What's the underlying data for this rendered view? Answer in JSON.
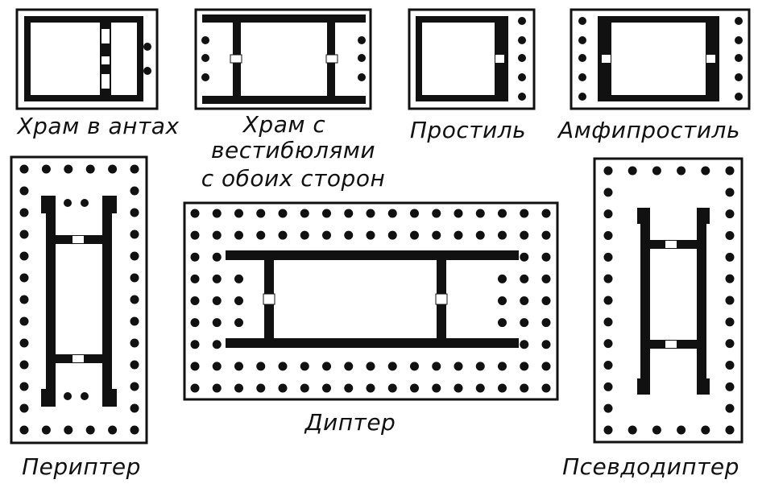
{
  "labels": {
    "antae": "Храм в антах",
    "double_vestibule_1": "Храм с",
    "double_vestibule_2": "вестибюлями",
    "double_vestibule_3": "с обоих сторон",
    "prostyle": "Простиль",
    "amphiprostyle": "Амфипростиль",
    "peripteros": "Периптер",
    "dipteros": "Диптер",
    "pseudodipteros": "Псевдодиптер"
  },
  "colors": {
    "ink": "#111111",
    "paper": "#ffffff"
  }
}
